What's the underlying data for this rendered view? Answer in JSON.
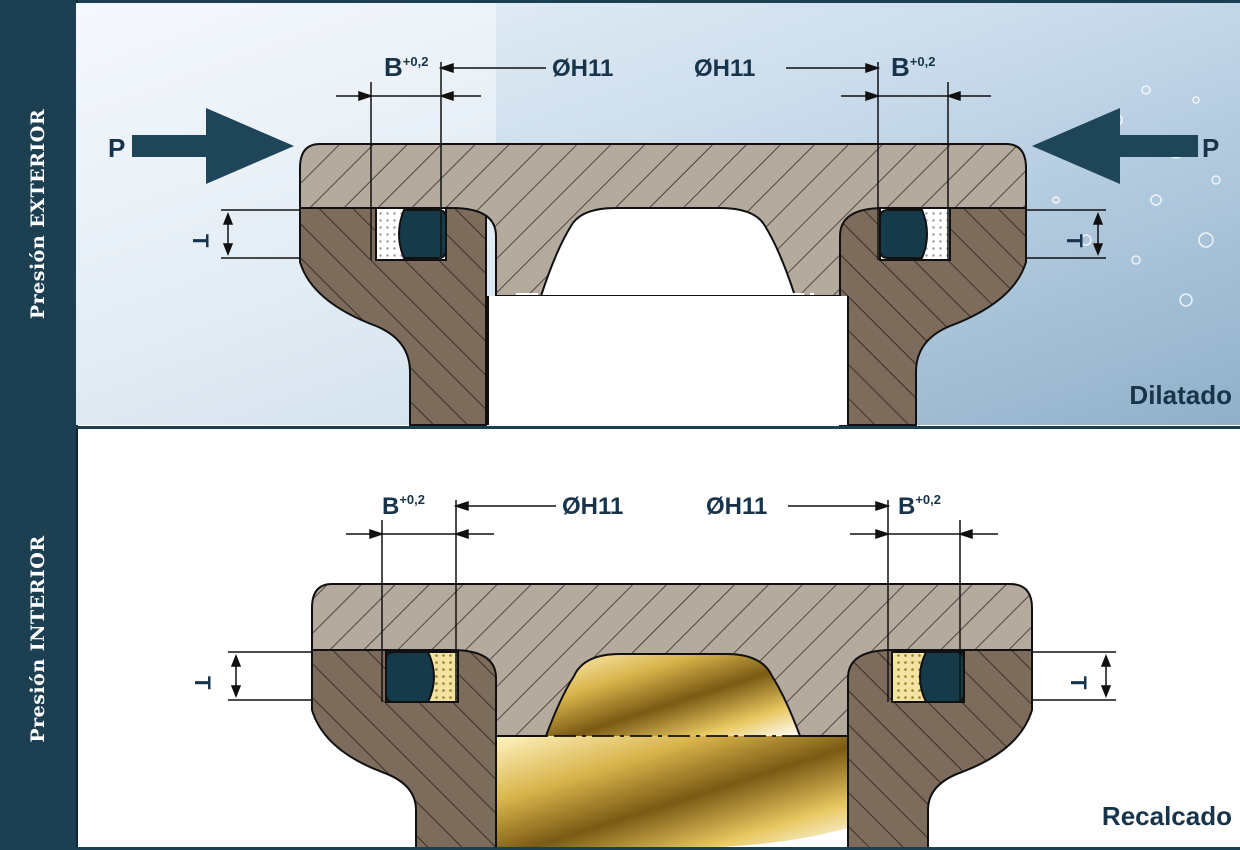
{
  "panels": {
    "top": {
      "side_label": "Presión EXTERIOR",
      "corner_label": "Dilatado",
      "pressure": "P",
      "diam_left": "ØH11",
      "diam_right": "ØH11",
      "b_left": "B",
      "b_left_sup": "+0,2",
      "b_right": "B",
      "b_right_sup": "+0,2",
      "t_left": "T",
      "t_right": "T"
    },
    "bottom": {
      "side_label": "Presión INTERIOR",
      "corner_label": "Recalcado",
      "diam_left": "ØH11",
      "diam_right": "ØH11",
      "b_left": "B",
      "b_left_sup": "+0,2",
      "b_right": "B",
      "b_right_sup": "+0,2",
      "t_left": "T",
      "t_right": "T"
    }
  },
  "colors": {
    "sidebar": "#1c3f52",
    "body_light": "#b4aa9e",
    "body_dark": "#7d6c5c",
    "seal": "#153a4a",
    "arrow": "#1f4558",
    "gold": "#d8b34a"
  }
}
